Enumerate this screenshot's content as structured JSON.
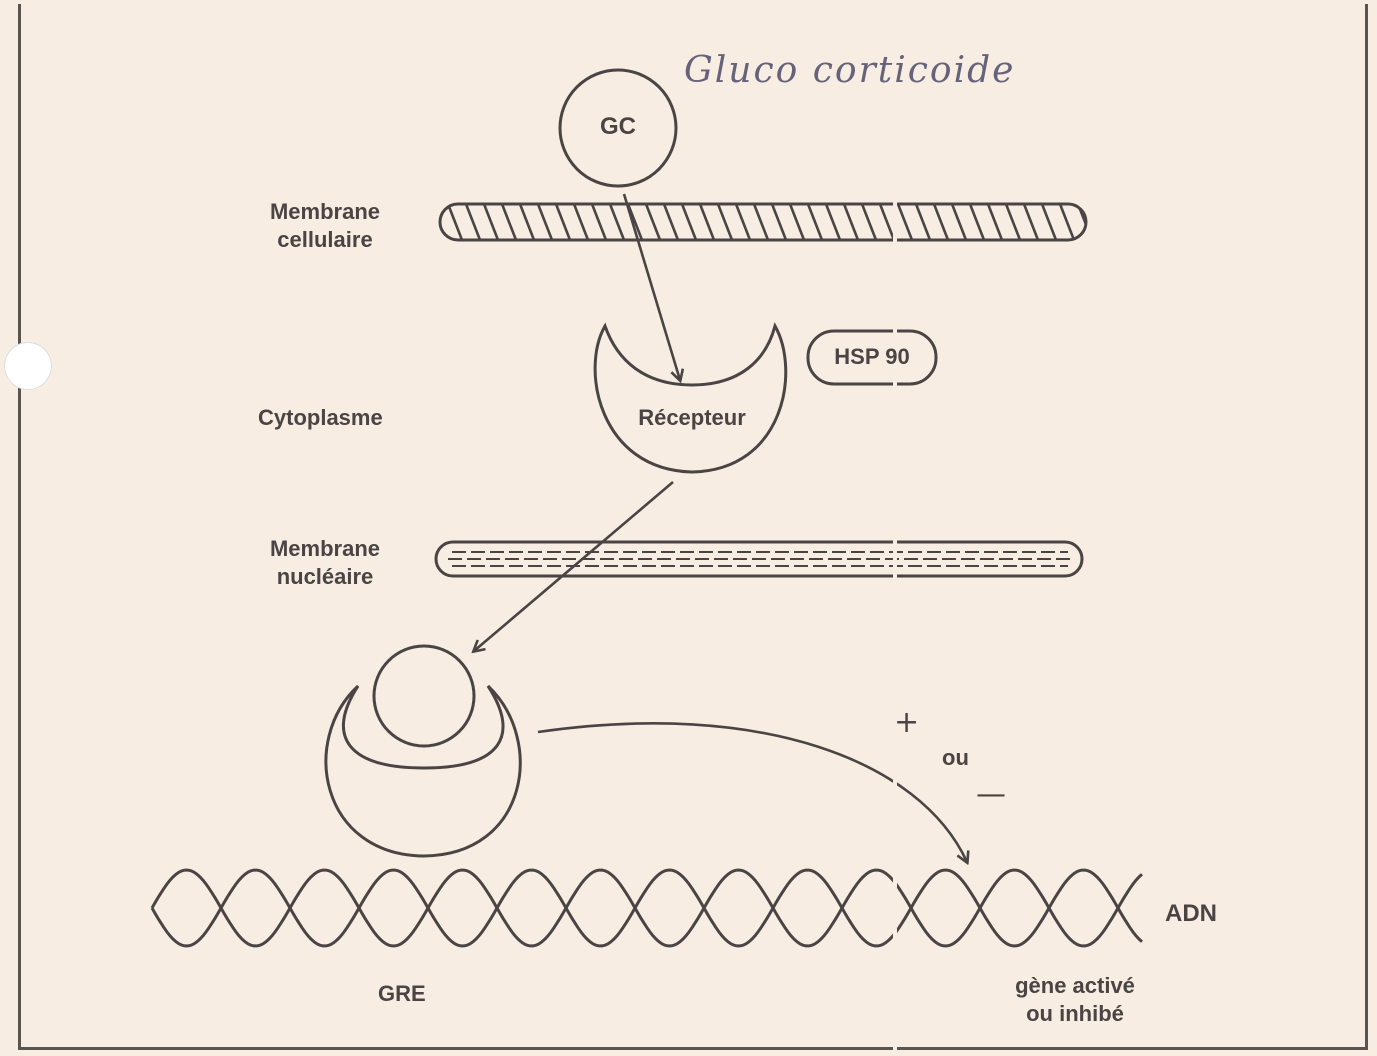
{
  "handwritten_note": "Gluco corticoide",
  "labels": {
    "gc": "GC",
    "membrane_cellulaire": [
      "Membrane",
      "cellulaire"
    ],
    "cytoplasme": "Cytoplasme",
    "recepteur": "Récepteur",
    "hsp": "HSP 90",
    "membrane_nucleaire": [
      "Membrane",
      "nucléaire"
    ],
    "plus": "+",
    "ou": "ou",
    "minus": "—",
    "adn": "ADN",
    "gre": "GRE",
    "gene": [
      "gène activé",
      "ou inhibé"
    ]
  },
  "colors": {
    "paper": "#f8ede2",
    "ink": "#4a4444",
    "handwriting": "#66627a"
  }
}
